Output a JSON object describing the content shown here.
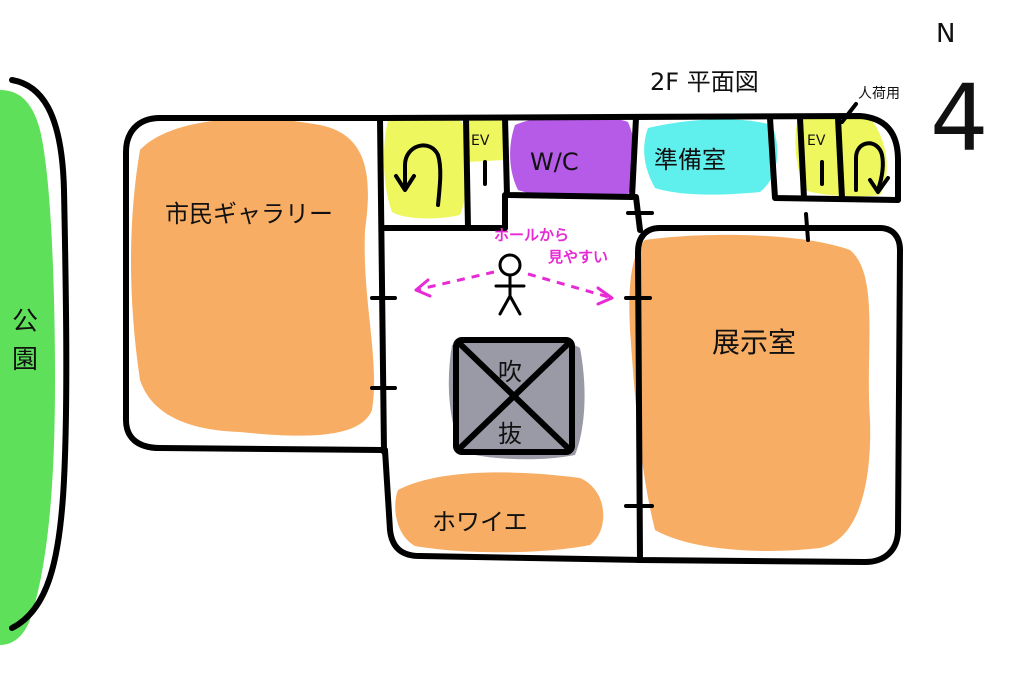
{
  "title": "2F 平面図",
  "north": {
    "letter": "N",
    "glyph": "4"
  },
  "annotation_people": "人荷用",
  "park": "公園",
  "rooms": {
    "gallery": "市民ギャラリー",
    "prep": "準備室",
    "wc": "W/C",
    "ev_left": "EV",
    "ev_right": "EV",
    "exhibition": "展示室",
    "foyer": "ホワイエ",
    "void_top": "吹",
    "void_bottom": "抜"
  },
  "note": {
    "line1": "ホールから",
    "line2": "見やすい"
  },
  "colors": {
    "park_green": "#5fe05a",
    "room_orange": "#f7ad63",
    "stair_yellow": "#eef75e",
    "wc_purple": "#b65ae8",
    "prep_cyan": "#5ff0ee",
    "void_grey": "#9a9aa6",
    "note_magenta": "#e82ad6"
  }
}
